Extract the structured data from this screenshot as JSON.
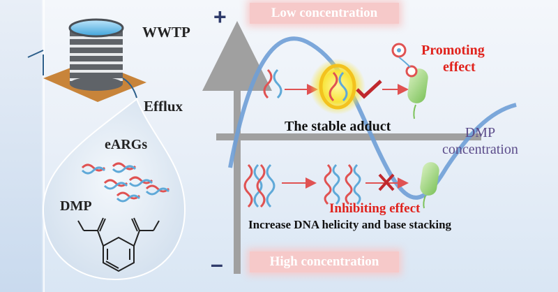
{
  "labels": {
    "wwtp": "WWTP",
    "efflux": "Efflux",
    "eargs": "eARGs",
    "dmp": "DMP",
    "low_concentration": "Low concentration",
    "high_concentration": "High concentration",
    "promoting_line1": "Promoting",
    "promoting_line2": "effect",
    "stable_adduct": "The stable adduct",
    "dmp_concentration_line1": "DMP",
    "dmp_concentration_line2": "concentration",
    "inhibiting_effect": "Inhibiting effect",
    "increase_dna": "Increase DNA helicity and base stacking",
    "plus": "+",
    "minus": "–"
  },
  "colors": {
    "axis": "#9a9a9a",
    "curve": "#6f9fd6",
    "arrow_red": "#e05252",
    "check": "#c0282d",
    "cross": "#c0282d",
    "red_text": "#e0221c",
    "purple_text": "#5b4b8a",
    "banner_bg": "#f6c9c9",
    "glow": "#f5e03a",
    "bacteria": "#a9d88e"
  }
}
